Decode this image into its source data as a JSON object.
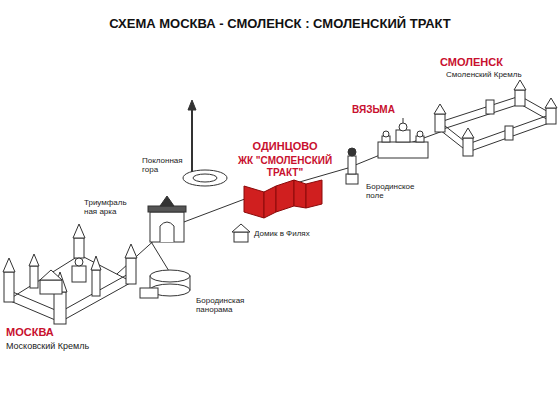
{
  "diagram": {
    "title": "СХЕМА МОСКВА - СМОЛЕНСК : СМОЛЕНСКИЙ ТРАКТ",
    "labels": [
      "МОСКВА",
      "Московский Кремль",
      "Триумфаль ная арка",
      "Поклонная гора",
      "ОДИНЦОВО",
      "ЖК \"СМОЛЕНСКИЙ ТРАКТ\"",
      "ВЯЗЬМА",
      "Бородинское поле",
      "СМОЛЕНСК",
      "Смоленский Кремль",
      "Домик в Филях",
      "Бородинская панорама"
    ]
  }
}
